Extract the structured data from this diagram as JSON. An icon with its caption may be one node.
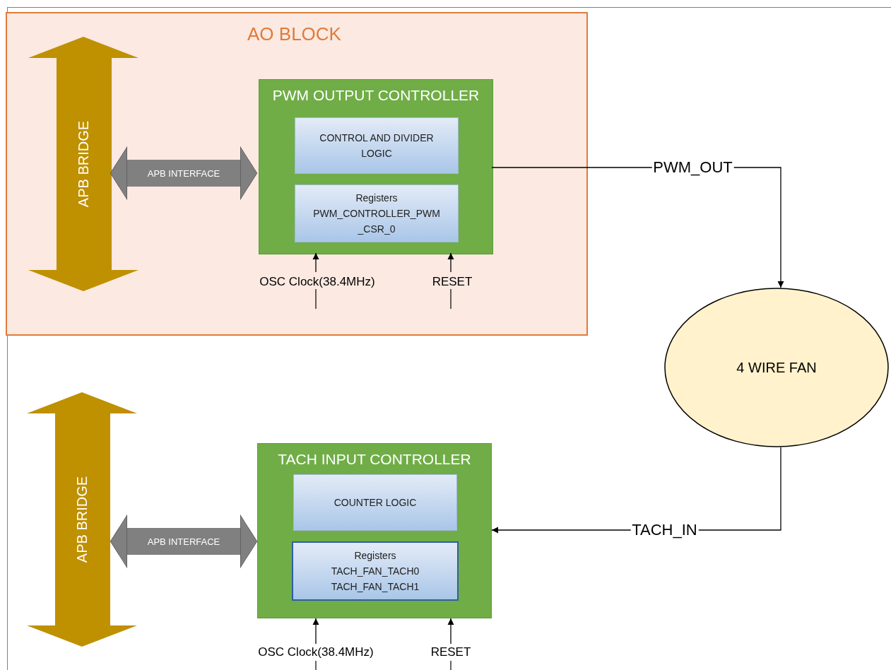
{
  "diagram": {
    "nodes": [
      {
        "text": [
          "AO BLOCK"
        ]
      },
      {
        "text": [
          "APB BRIDGE"
        ],
        "in": 0
      },
      {
        "text": [
          "PWM OUTPUT CONTROLLER"
        ],
        "in": 0
      },
      {
        "text": [
          "CONTROL AND DIVIDER LOGIC"
        ],
        "in": 2
      },
      {
        "text": [
          "Registers",
          "PWM_CONTROLLER_PWM _CSR_0"
        ],
        "in": 2
      },
      {
        "text": [
          "OSC Clock(38.4MHz)"
        ],
        "in": 0
      },
      {
        "text": [
          "RESET"
        ],
        "in": 0
      },
      {
        "text": [
          "4 WIRE FAN"
        ]
      },
      {
        "text": [
          "APB BRIDGE"
        ]
      },
      {
        "text": [
          "TACH INPUT CONTROLLER"
        ]
      },
      {
        "text": [
          "COUNTER LOGIC"
        ],
        "in": 9
      },
      {
        "text": [
          "Registers",
          "TACH_FAN_TACH0 TACH_FAN_TACH1"
        ],
        "in": 9
      },
      {
        "text": [
          "OSC Clock(38.4MHz)"
        ]
      },
      {
        "text": [
          "RESET"
        ]
      }
    ],
    "edges": [
      {
        "from": 1,
        "to": 2,
        "arrow": "both",
        "label": "APB INTERFACE",
        "style": "thick",
        "color": "#808080"
      },
      {
        "from": 5,
        "to": 2,
        "arrow": "to"
      },
      {
        "from": 6,
        "to": 2,
        "arrow": "to"
      },
      {
        "from": 2,
        "to": 7,
        "arrow": "to",
        "label": "PWM_OUT"
      },
      {
        "from": 8,
        "to": 9,
        "arrow": "both",
        "label": "APB INTERFACE",
        "style": "thick",
        "color": "#808080"
      },
      {
        "from": 7,
        "to": 9,
        "arrow": "to",
        "label": "TACH_IN"
      },
      {
        "from": 12,
        "to": 9,
        "arrow": "to"
      },
      {
        "from": 13,
        "to": 9,
        "arrow": "to"
      }
    ]
  }
}
